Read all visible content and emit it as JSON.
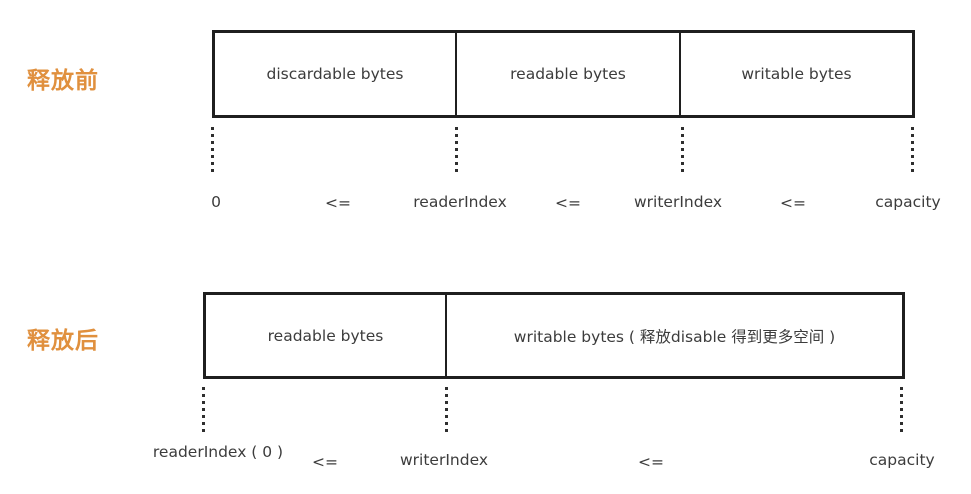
{
  "palette": {
    "accent_orange": "#e0903e",
    "line_black": "#1f1f1f",
    "text_gray": "#3c3c3c",
    "background": "#ffffff"
  },
  "before": {
    "row_label": "释放前",
    "segments": [
      "discardable bytes",
      "readable bytes",
      "writable bytes"
    ],
    "index_labels": [
      "0",
      "<=",
      "readerIndex",
      "<=",
      "writerIndex",
      "<=",
      "capacity"
    ]
  },
  "after": {
    "row_label": "释放后",
    "segments": [
      "readable bytes",
      "writable bytes ( 释放disable 得到更多空间 )"
    ],
    "index_labels": [
      "readerIndex ( 0 )",
      "<=",
      "writerIndex",
      "<=",
      "capacity"
    ]
  }
}
